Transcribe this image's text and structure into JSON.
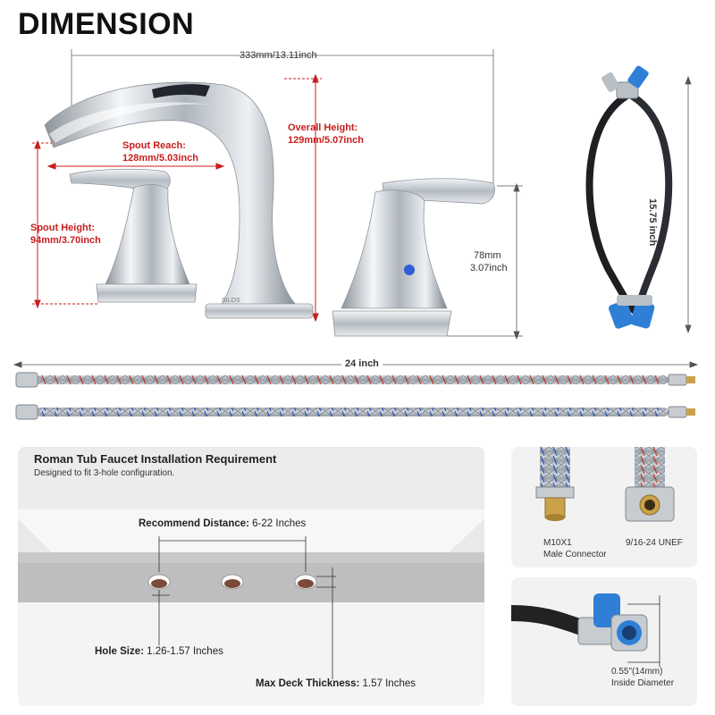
{
  "title": "DIMENSION",
  "faucet": {
    "width_label": "333mm/13.11inch",
    "spout_reach_label": "Spout Reach:",
    "spout_reach_value": "128mm/5.03inch",
    "overall_height_label": "Overall Height:",
    "overall_height_value": "129mm/5.07inch",
    "spout_height_label": "Spout Height:",
    "spout_height_value": "94mm/3.70inch",
    "handle_height_mm": "78mm",
    "handle_height_in": "3.07inch",
    "brand_mark": "SILOS"
  },
  "hose": {
    "length_label": "15.75 inch"
  },
  "supply_lines": {
    "length_label": "24 inch"
  },
  "installation": {
    "title": "Roman Tub Faucet Installation Requirement",
    "subtitle": "Designed to fit 3-hole configuration.",
    "recommend_label": "Recommend Distance:",
    "recommend_value": " 6-22 Inches",
    "hole_label": "Hole Size:",
    "hole_value": " 1.26-1.57 Inches",
    "deck_label": "Max Deck Thickness:",
    "deck_value": " 1.57 Inches"
  },
  "connectors": {
    "male_line1": "M10X1",
    "male_line2": "Male Connector",
    "thread_label": "9/16-24 UNEF"
  },
  "diameter": {
    "line1": "0.55\"(14mm)",
    "line2": "Inside Diameter"
  },
  "colors": {
    "red": "#c81e1e",
    "chrome": "#c9ced4",
    "blue_cap": "#2f7fd6",
    "panel": "#f2f2f2"
  }
}
